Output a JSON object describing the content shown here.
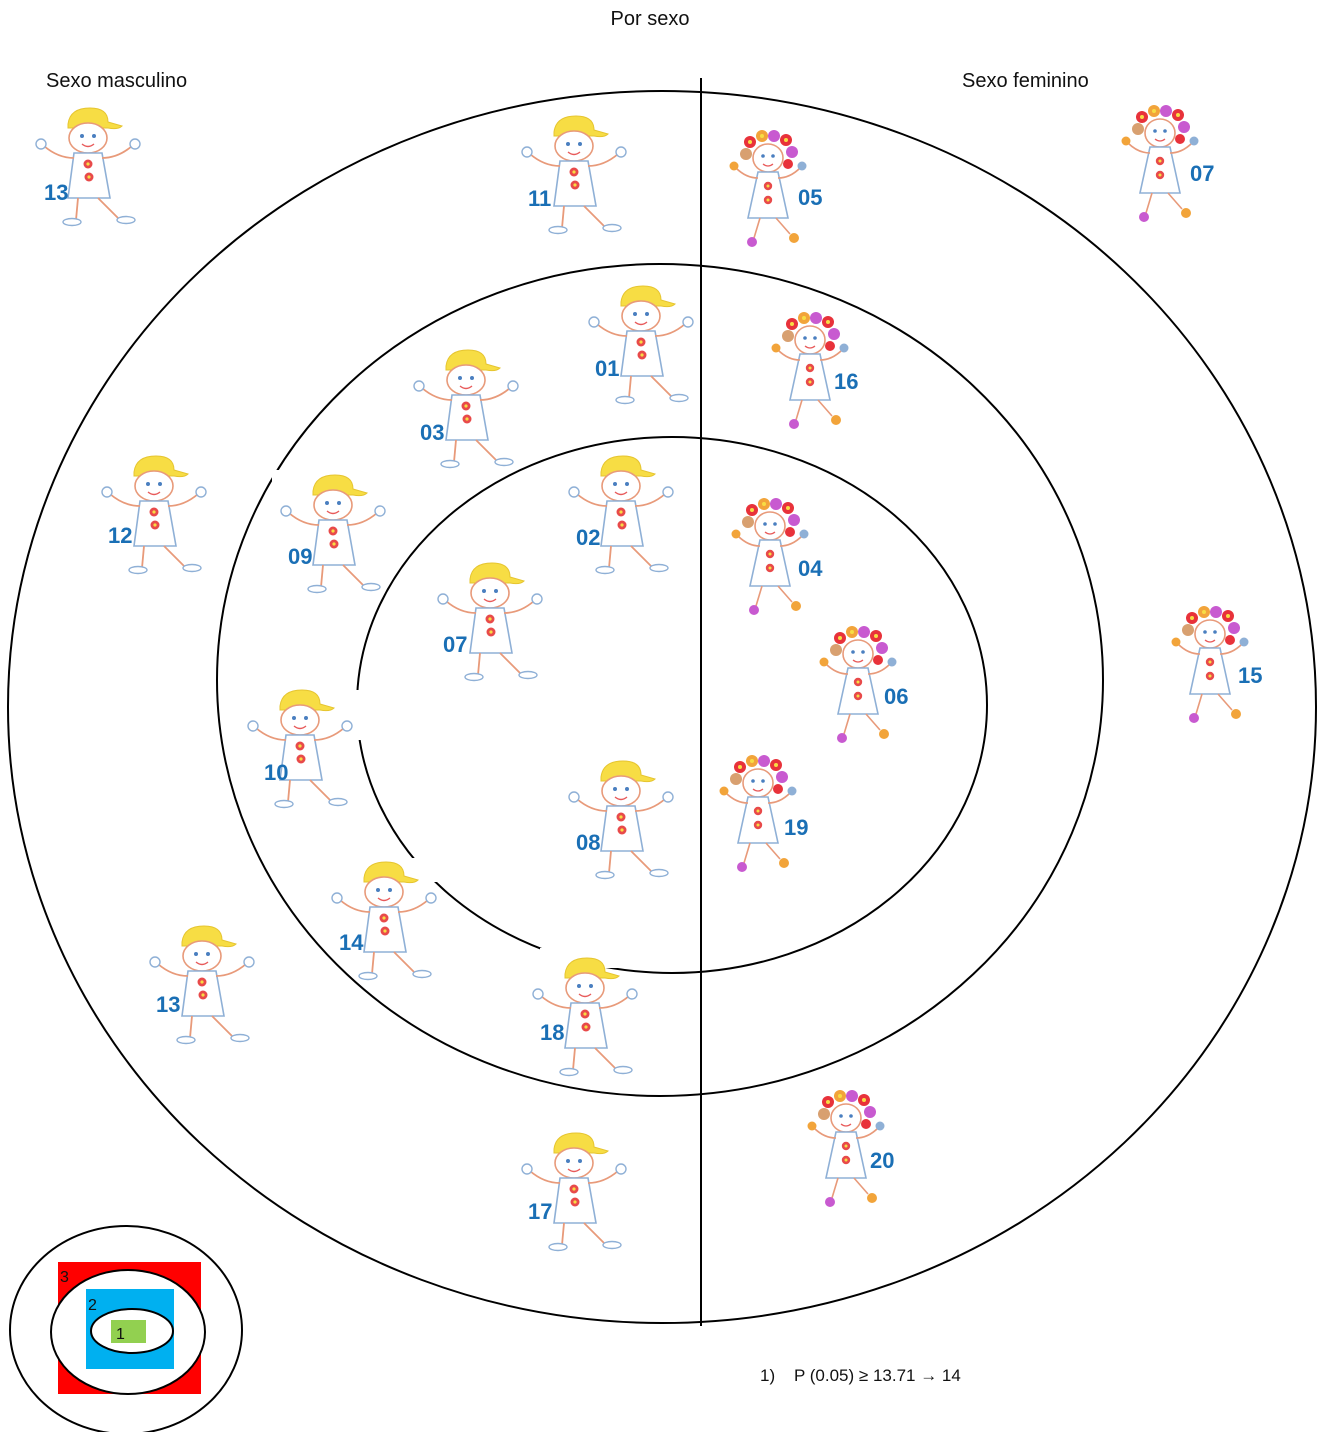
{
  "title": "Por sexo",
  "headers": {
    "left": "Sexo masculino",
    "right": "Sexo feminino"
  },
  "boys": [
    {
      "id": "13"
    },
    {
      "id": "11"
    },
    {
      "id": "12"
    },
    {
      "id": "13"
    },
    {
      "id": "17"
    },
    {
      "id": "01"
    },
    {
      "id": "03"
    },
    {
      "id": "09"
    },
    {
      "id": "10"
    },
    {
      "id": "14"
    },
    {
      "id": "18"
    },
    {
      "id": "02"
    },
    {
      "id": "07"
    },
    {
      "id": "08"
    }
  ],
  "girls": [
    {
      "id": "05"
    },
    {
      "id": "07"
    },
    {
      "id": "16"
    },
    {
      "id": "04"
    },
    {
      "id": "06"
    },
    {
      "id": "19"
    },
    {
      "id": "15"
    },
    {
      "id": "20"
    }
  ],
  "legend": {
    "inner": "1",
    "middle": "2",
    "outer": "3"
  },
  "legend_colors": {
    "inner": "#92d050",
    "middle": "#00b0f0",
    "outer": "#ff0000"
  },
  "footnote": "1)    P (0.05) ≥ 13.71 → 14",
  "colors": {
    "numbers": "#1a6fb5"
  }
}
